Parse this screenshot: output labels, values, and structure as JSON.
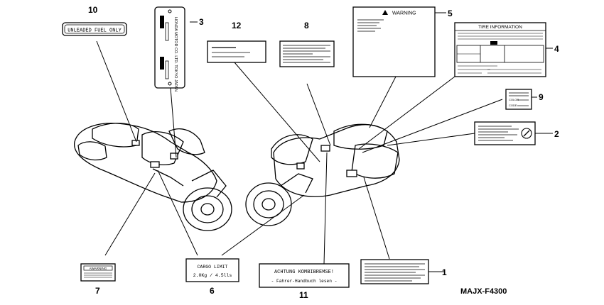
{
  "diagram_code": "MAJX-F4300",
  "callouts": [
    {
      "id": "1",
      "label": "1"
    },
    {
      "id": "2",
      "label": "2"
    },
    {
      "id": "3",
      "label": "3"
    },
    {
      "id": "4",
      "label": "4"
    },
    {
      "id": "5",
      "label": "5"
    },
    {
      "id": "6",
      "label": "6"
    },
    {
      "id": "7",
      "label": "7"
    },
    {
      "id": "8",
      "label": "8"
    },
    {
      "id": "9",
      "label": "9"
    },
    {
      "id": "10",
      "label": "10"
    },
    {
      "id": "11",
      "label": "11"
    },
    {
      "id": "12",
      "label": "12"
    }
  ],
  "labels": {
    "fuel": "UNLEADED FUEL ONLY",
    "vertical_plate": "HONDA MOTOR CO. LTD. TOKYO JAPAN",
    "warning": "WARNING",
    "tire": "TIRE  INFORMATION",
    "color": "COLOR",
    "code": "CODE",
    "cargo_title": "CARGO LIMIT",
    "cargo_value": "2.0Kg  /  4.5lls",
    "achtung_line1": "ACHTUNG  KOMBIBREMSE!",
    "achtung_line2": "- Fahrer-Handbuch lesen -",
    "small_warning": "AWARNING"
  }
}
